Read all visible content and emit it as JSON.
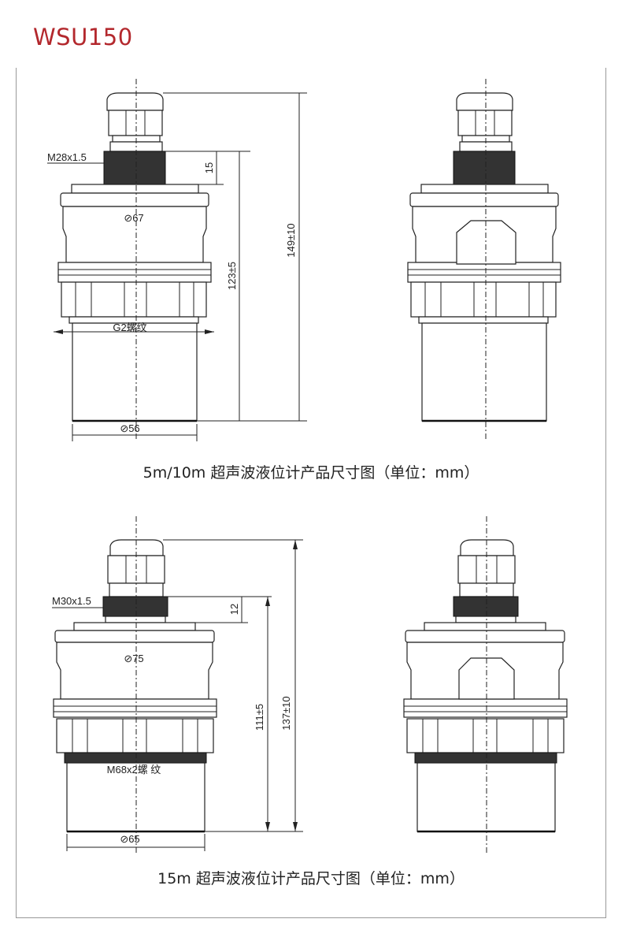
{
  "title": "WSU150",
  "drawing_5m": {
    "caption": "5m/10m 超声波液位计产品尺寸图（单位：mm）",
    "thread_label": "M28x1.5",
    "dim_thread": "15",
    "dim_body_dia": "⊘67",
    "dim_height_body": "123±5",
    "dim_height_total": "149±10",
    "mount_thread": "G2螺纹",
    "dim_bottom_dia": "⊘56"
  },
  "drawing_15m": {
    "caption": "15m 超声波液位计产品尺寸图（单位：mm）",
    "thread_label": "M30x1.5",
    "dim_thread": "12",
    "dim_body_dia": "⊘75",
    "dim_height_body": "111±5",
    "dim_height_total": "137±10",
    "mount_thread": "M68x2螺 纹",
    "dim_bottom_dia": "⊘65"
  },
  "colors": {
    "title": "#b3282d",
    "frame": "#999999"
  }
}
